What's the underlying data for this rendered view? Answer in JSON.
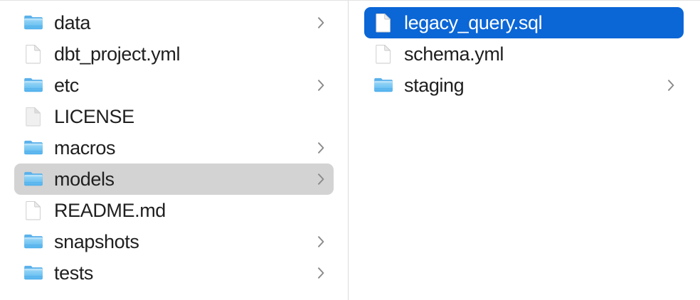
{
  "app": {
    "name": "Finder",
    "view": "column-view",
    "background_color": "#ffffff",
    "divider_color": "#dcdcdc",
    "selection_active_color": "#0b66d6",
    "selection_inactive_color": "#d3d3d3",
    "text_color": "#1f1f1f",
    "selected_text_color": "#ffffff",
    "chevron_color": "#8a8a8a"
  },
  "columns": [
    {
      "name": "project-column",
      "items": [
        {
          "label": "data",
          "kind": "folder",
          "icon": "folder-icon",
          "has_chevron": true,
          "selected": false,
          "selection": "none"
        },
        {
          "label": "dbt_project.yml",
          "kind": "file",
          "icon": "document-icon",
          "has_chevron": false,
          "selected": false,
          "selection": "none"
        },
        {
          "label": "etc",
          "kind": "folder",
          "icon": "folder-icon",
          "has_chevron": true,
          "selected": false,
          "selection": "none"
        },
        {
          "label": "LICENSE",
          "kind": "file",
          "icon": "plain-document-icon",
          "has_chevron": false,
          "selected": false,
          "selection": "none"
        },
        {
          "label": "macros",
          "kind": "folder",
          "icon": "folder-icon",
          "has_chevron": true,
          "selected": false,
          "selection": "none"
        },
        {
          "label": "models",
          "kind": "folder",
          "icon": "folder-icon",
          "has_chevron": true,
          "selected": true,
          "selection": "inactive"
        },
        {
          "label": "README.md",
          "kind": "file",
          "icon": "document-icon",
          "has_chevron": false,
          "selected": false,
          "selection": "none"
        },
        {
          "label": "snapshots",
          "kind": "folder",
          "icon": "folder-icon",
          "has_chevron": true,
          "selected": false,
          "selection": "none"
        },
        {
          "label": "tests",
          "kind": "folder",
          "icon": "folder-icon",
          "has_chevron": true,
          "selected": false,
          "selection": "none"
        }
      ]
    },
    {
      "name": "models-column",
      "items": [
        {
          "label": "legacy_query.sql",
          "kind": "file",
          "icon": "document-icon",
          "has_chevron": false,
          "selected": true,
          "selection": "active"
        },
        {
          "label": "schema.yml",
          "kind": "file",
          "icon": "document-icon",
          "has_chevron": false,
          "selected": false,
          "selection": "none"
        },
        {
          "label": "staging",
          "kind": "folder",
          "icon": "folder-icon",
          "has_chevron": true,
          "selected": false,
          "selection": "none"
        }
      ]
    }
  ]
}
